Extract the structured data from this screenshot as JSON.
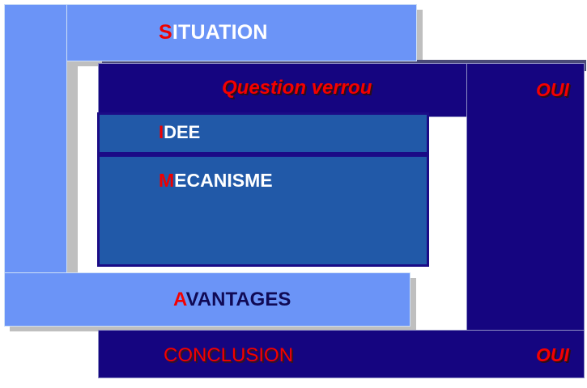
{
  "diagram": {
    "title": "SIMA presentation structure diagram",
    "colors": {
      "light_blue": "#6b94f7",
      "navy": "#150580",
      "mid_blue": "#2159a8",
      "accent_red": "#f40000",
      "white": "#ffffff",
      "shadow_gray": "#bfbfbf"
    },
    "blocks": {
      "situation": {
        "initial": "S",
        "rest": "ITUATION",
        "full": "SITUATION"
      },
      "question": {
        "text": "Question verrou"
      },
      "idee": {
        "initial": "I",
        "rest": "DEE",
        "full": "IDEE"
      },
      "mecanisme": {
        "initial": "M",
        "rest": "ECANISME",
        "full": "MECANISME"
      },
      "avantages": {
        "initial": "A",
        "rest": "VANTAGES",
        "full": "AVANTAGES"
      },
      "conclusion": {
        "text": "CONCLUSION"
      },
      "oui_top": {
        "text": "OUI"
      },
      "oui_bottom": {
        "text": "OUI"
      }
    }
  }
}
